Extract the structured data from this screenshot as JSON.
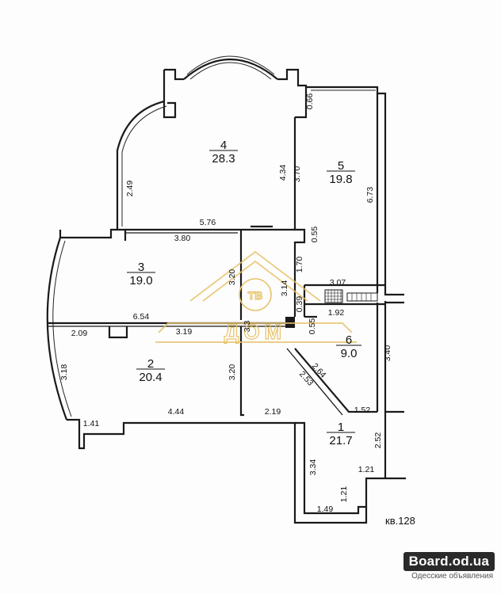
{
  "apartment_label": "кв.128",
  "rooms": [
    {
      "number": "1",
      "area": "21.7"
    },
    {
      "number": "2",
      "area": "20.4"
    },
    {
      "number": "3",
      "area": "19.0"
    },
    {
      "number": "4",
      "area": "28.3"
    },
    {
      "number": "5",
      "area": "19.8"
    },
    {
      "number": "6",
      "area": "9.0"
    }
  ],
  "dimensions": [
    "0.66",
    "3.70",
    "4.34",
    "2.49",
    "6.73",
    "5.76",
    "0.55",
    "3.80",
    "1.70",
    "3.20",
    "3.14",
    "3.07",
    "0.39",
    "1.92",
    "6.54",
    "0.55",
    "2.09",
    "3.3",
    "3.19",
    "3.18",
    "2.64",
    "2.53",
    "3.40",
    "3.20",
    "1.52",
    "4.44",
    "1.41",
    "2.19",
    "2.52",
    "3.34",
    "1.21",
    "1.21",
    "1.49"
  ],
  "watermark": {
    "text_top": "ТВ",
    "text_bottom": "ДОМ",
    "color": "#e6c36a"
  },
  "source_badge": {
    "site": "Board.od.ua",
    "caption": "Одесские объявления"
  }
}
